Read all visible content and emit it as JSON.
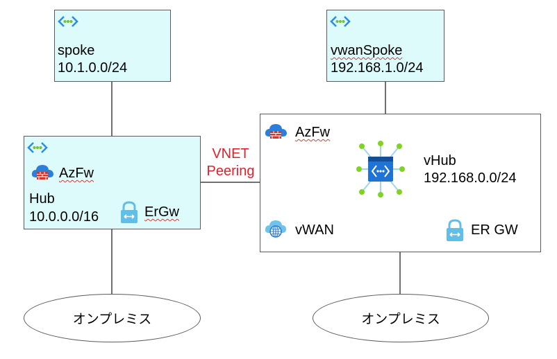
{
  "spoke": {
    "name": "spoke",
    "cidr": "10.1.0.0/24"
  },
  "vwanSpoke": {
    "name": "vwanSpoke",
    "cidr": "192.168.1.0/24"
  },
  "hub": {
    "azfw": "AzFw",
    "name": "Hub",
    "cidr": "10.0.0.0/16",
    "gateway": "ErGw"
  },
  "vwan": {
    "azfw": "AzFw",
    "vhub_name": "vHub",
    "vhub_cidr": "192.168.0.0/24",
    "name": "vWAN",
    "gateway": "ER GW"
  },
  "peering": {
    "line1": "VNET",
    "line2": "Peering"
  },
  "onprem": {
    "left": "オンプレミス",
    "right": "オンプレミス"
  },
  "colors": {
    "vnet_fill": "#ddfbfb",
    "peering_text": "#e0202a",
    "azure_blue": "#1f73d4",
    "vhub_node": "#7fd321"
  }
}
